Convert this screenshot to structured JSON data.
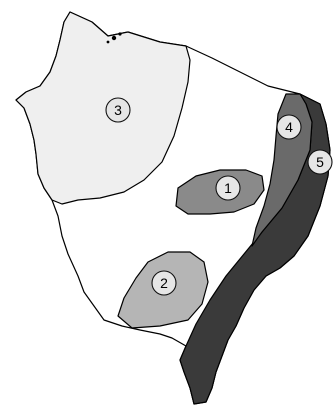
{
  "map": {
    "colors": {
      "background": "#ffffff",
      "outline": "#000000",
      "mainland_fill": "#ffffff",
      "zone_1": "#8a8a8a",
      "zone_2": "#b5b5b5",
      "zone_3": "#efefef",
      "zone_4": "#6a6a6a",
      "zone_5": "#3a3a3a",
      "label_circle": "#e6e6e6"
    },
    "zones": [
      {
        "label": "1"
      },
      {
        "label": "2"
      },
      {
        "label": "3"
      },
      {
        "label": "4"
      },
      {
        "label": "5"
      }
    ]
  }
}
